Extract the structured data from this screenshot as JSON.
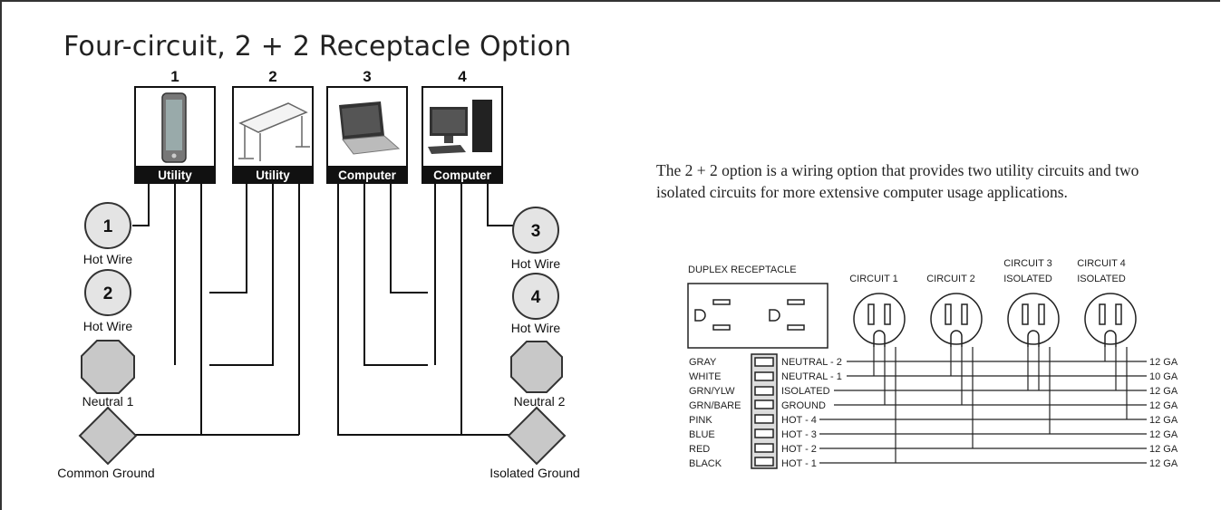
{
  "title": "Four-circuit, 2 + 2 Receptacle Option",
  "description": "The 2 + 2 option is a wiring option that provides two utility circuits and two isolated circuits for more extensive computer usage applications.",
  "receptacles": [
    {
      "number": "1",
      "label": "Utility",
      "icon": "phone-icon"
    },
    {
      "number": "2",
      "label": "Utility",
      "icon": "desk-icon"
    },
    {
      "number": "3",
      "label": "Computer",
      "icon": "laptop-icon"
    },
    {
      "number": "4",
      "label": "Computer",
      "icon": "desktop-computer-icon"
    }
  ],
  "connectors": {
    "hot1": {
      "number": "1",
      "label": "Hot Wire"
    },
    "hot2": {
      "number": "2",
      "label": "Hot Wire"
    },
    "hot3": {
      "number": "3",
      "label": "Hot Wire"
    },
    "hot4": {
      "number": "4",
      "label": "Hot Wire"
    },
    "neutral1": {
      "label": "Neutral 1"
    },
    "neutral2": {
      "label": "Neutral 2"
    },
    "ground1": {
      "label": "Common Ground"
    },
    "ground2": {
      "label": "Isolated Ground"
    }
  },
  "wiring": {
    "duplex_label": "DUPLEX RECEPTACLE",
    "circuits": [
      {
        "line1": "",
        "line2": "CIRCUIT 1"
      },
      {
        "line1": "",
        "line2": "CIRCUIT 2"
      },
      {
        "line1": "CIRCUIT 3",
        "line2": "ISOLATED"
      },
      {
        "line1": "CIRCUIT 4",
        "line2": "ISOLATED"
      }
    ],
    "wires": [
      {
        "color": "GRAY",
        "name": "NEUTRAL - 2",
        "gauge": "12 GA"
      },
      {
        "color": "WHITE",
        "name": "NEUTRAL - 1",
        "gauge": "10 GA"
      },
      {
        "color": "GRN/YLW",
        "name": "ISOLATED",
        "gauge": "12 GA"
      },
      {
        "color": "GRN/BARE",
        "name": "GROUND",
        "gauge": "12 GA"
      },
      {
        "color": "PINK",
        "name": "HOT - 4",
        "gauge": "12 GA"
      },
      {
        "color": "BLUE",
        "name": "HOT - 3",
        "gauge": "12 GA"
      },
      {
        "color": "RED",
        "name": "HOT - 2",
        "gauge": "12 GA"
      },
      {
        "color": "BLACK",
        "name": "HOT - 1",
        "gauge": "12 GA"
      }
    ]
  }
}
